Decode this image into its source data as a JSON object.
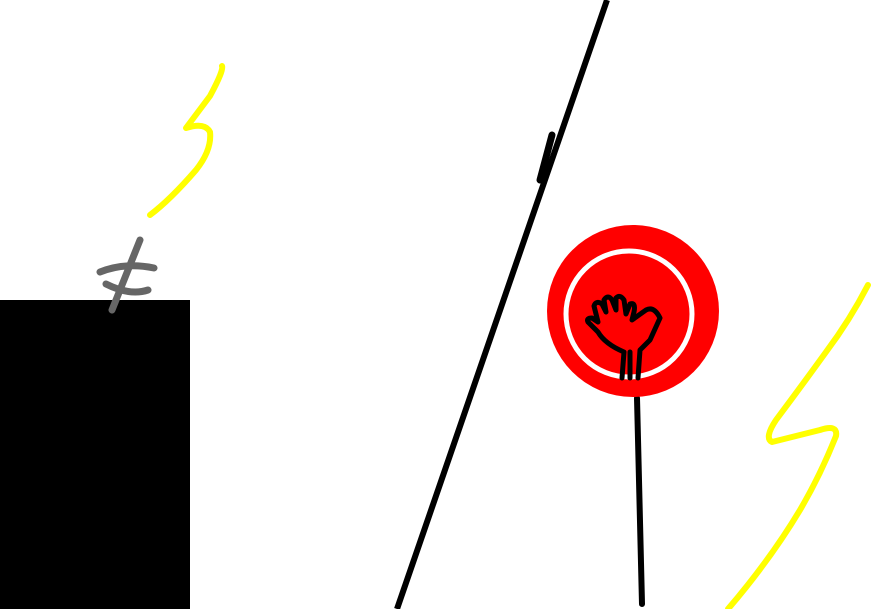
{
  "scene": {
    "background": "#ffffff",
    "colors": {
      "building": "#000000",
      "antenna": "#666666",
      "lightning": "#ffff00",
      "road_line": "#000000",
      "sign_red": "#ff0000",
      "sign_ring": "#ffffff",
      "sign_hand": "#000000",
      "pole": "#000000"
    },
    "elements": [
      "building",
      "antenna",
      "lightning-bolt-top",
      "road-line",
      "stop-sign",
      "hand-icon",
      "sign-pole",
      "lightning-bolt-right"
    ]
  }
}
